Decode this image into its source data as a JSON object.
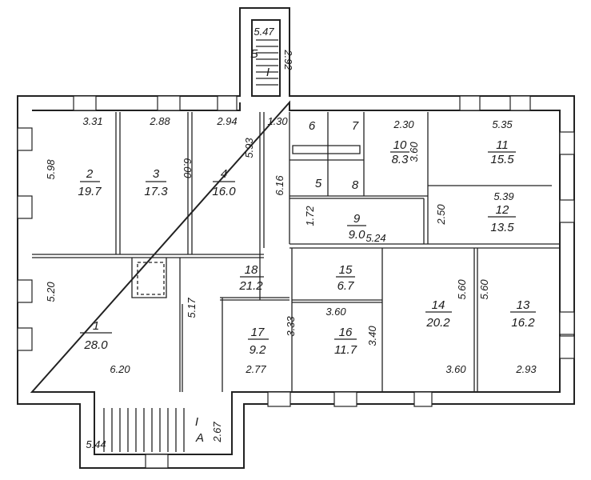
{
  "title": "Floor plan",
  "rooms": [
    {
      "id": "1",
      "area": "28.0"
    },
    {
      "id": "2",
      "area": "19.7"
    },
    {
      "id": "3",
      "area": "17.3"
    },
    {
      "id": "4",
      "area": "16.0"
    },
    {
      "id": "5"
    },
    {
      "id": "6"
    },
    {
      "id": "7"
    },
    {
      "id": "8"
    },
    {
      "id": "9",
      "area": "9.0"
    },
    {
      "id": "10",
      "area": "8.3"
    },
    {
      "id": "11",
      "area": "15.5"
    },
    {
      "id": "12",
      "area": "13.5"
    },
    {
      "id": "13",
      "area": "16.2"
    },
    {
      "id": "14",
      "area": "20.2"
    },
    {
      "id": "15",
      "area": "6.7"
    },
    {
      "id": "16",
      "area": "11.7"
    },
    {
      "id": "17",
      "area": "9.2"
    },
    {
      "id": "18",
      "area": "21.2"
    }
  ],
  "stairs": {
    "top": {
      "label": "Б",
      "num": "I",
      "d1": "5.47",
      "d2": "2.92"
    },
    "bottom": {
      "label": "А",
      "num": "I",
      "d1": "5.44",
      "d2": "2.67"
    }
  },
  "dimensions": {
    "r2_top": "3.31",
    "r2_side": "5.98",
    "r3_top": "2.88",
    "r3_side": "6.00",
    "r4_top": "2.94",
    "r4_side": "5.93",
    "corr_top": "1.30",
    "corr_side": "6.16",
    "corr_mid": "1.72",
    "r10_top": "2.30",
    "r10_side": "3.60",
    "r11_top": "5.35",
    "r12_top": "5.39",
    "r12_side": "2.50",
    "r9_bottom": "5.24",
    "r1_side": "5.20",
    "r1_bottom": "6.20",
    "r18_side": "5.17",
    "r17_side": "3.33",
    "r17_bottom": "2.77",
    "r16_top": "3.60",
    "r16_side": "3.40",
    "r14_side": "5.60",
    "r14_bottom": "3.60",
    "r13_side": "5.60",
    "r13_bottom": "2.93"
  }
}
